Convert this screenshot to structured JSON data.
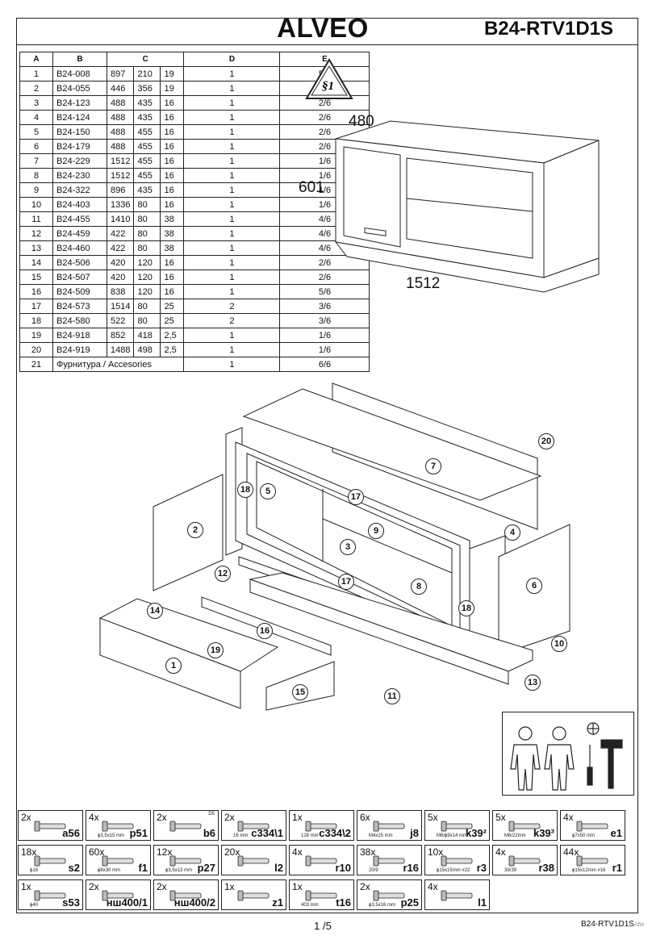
{
  "header": {
    "brand": "ALVEO",
    "model": "B24-RTV1D1S"
  },
  "table": {
    "headers": [
      "A",
      "B",
      "C",
      "D",
      "E"
    ],
    "rows": [
      [
        "1",
        "B24-008",
        "897",
        "210",
        "19",
        "1",
        "5/6"
      ],
      [
        "2",
        "B24-055",
        "446",
        "356",
        "19",
        "1",
        "5/6"
      ],
      [
        "3",
        "B24-123",
        "488",
        "435",
        "16",
        "1",
        "2/6"
      ],
      [
        "4",
        "B24-124",
        "488",
        "435",
        "16",
        "1",
        "2/6"
      ],
      [
        "5",
        "B24-150",
        "488",
        "455",
        "16",
        "1",
        "2/6"
      ],
      [
        "6",
        "B24-179",
        "488",
        "455",
        "16",
        "1",
        "2/6"
      ],
      [
        "7",
        "B24-229",
        "1512",
        "455",
        "16",
        "1",
        "1/6"
      ],
      [
        "8",
        "B24-230",
        "1512",
        "455",
        "16",
        "1",
        "1/6"
      ],
      [
        "9",
        "B24-322",
        "896",
        "435",
        "16",
        "1",
        "1/6"
      ],
      [
        "10",
        "B24-403",
        "1336",
        "80",
        "16",
        "1",
        "1/6"
      ],
      [
        "11",
        "B24-455",
        "1410",
        "80",
        "38",
        "1",
        "4/6"
      ],
      [
        "12",
        "B24-459",
        "422",
        "80",
        "38",
        "1",
        "4/6"
      ],
      [
        "13",
        "B24-460",
        "422",
        "80",
        "38",
        "1",
        "4/6"
      ],
      [
        "14",
        "B24-506",
        "420",
        "120",
        "16",
        "1",
        "2/6"
      ],
      [
        "15",
        "B24-507",
        "420",
        "120",
        "16",
        "1",
        "2/6"
      ],
      [
        "16",
        "B24-509",
        "838",
        "120",
        "16",
        "1",
        "5/6"
      ],
      [
        "17",
        "B24-573",
        "1514",
        "80",
        "25",
        "2",
        "3/6"
      ],
      [
        "18",
        "B24-580",
        "522",
        "80",
        "25",
        "2",
        "3/6"
      ],
      [
        "19",
        "B24-918",
        "852",
        "418",
        "2,5",
        "1",
        "1/6"
      ],
      [
        "20",
        "B24-919",
        "1488",
        "498",
        "2,5",
        "1",
        "1/6"
      ]
    ],
    "accessories_row": [
      "21",
      "Фурнитура / Accesories",
      "1",
      "6/6"
    ]
  },
  "badge": {
    "label": "§1"
  },
  "dimensions": {
    "depth": "480",
    "height": "601",
    "width": "1512"
  },
  "callouts": [
    "1",
    "2",
    "3",
    "4",
    "5",
    "6",
    "7",
    "8",
    "9",
    "10",
    "11",
    "12",
    "13",
    "14",
    "15",
    "16",
    "17",
    "17",
    "18",
    "18",
    "19",
    "20"
  ],
  "hardware": [
    {
      "qty": "2x",
      "code": "a56",
      "spec": "",
      "spec2": ""
    },
    {
      "qty": "4x",
      "code": "p51",
      "spec": "ϕ3,5x15 mm",
      "spec2": ""
    },
    {
      "qty": "2x",
      "code": "b6",
      "spec": "",
      "spec2": "D5"
    },
    {
      "qty": "2x",
      "code": "c334\\1",
      "spec": "16 mm",
      "spec2": ""
    },
    {
      "qty": "1x",
      "code": "c334\\2",
      "spec": "128 mm",
      "spec2": ""
    },
    {
      "qty": "6x",
      "code": "j8",
      "spec": "M4x25 mm",
      "spec2": ""
    },
    {
      "qty": "5x",
      "code": "k39²",
      "spec": "M6/ϕ9x14 mm",
      "spec2": ""
    },
    {
      "qty": "5x",
      "code": "k39³",
      "spec": "M6/22mm",
      "spec2": ""
    },
    {
      "qty": "4x",
      "code": "e1",
      "spec": "ϕ7x50 mm",
      "spec2": ""
    },
    {
      "qty": "18x",
      "code": "s2",
      "spec": "ϕ16",
      "spec2": ""
    },
    {
      "qty": "60x",
      "code": "f1",
      "spec": "ϕ8x30 mm",
      "spec2": ""
    },
    {
      "qty": "12x",
      "code": "p27",
      "spec": "ϕ3,5x13 mm",
      "spec2": ""
    },
    {
      "qty": "20x",
      "code": "l2",
      "spec": "",
      "spec2": ""
    },
    {
      "qty": "4x",
      "code": "r10",
      "spec": "",
      "spec2": ""
    },
    {
      "qty": "38x",
      "code": "r16",
      "spec": "20/9",
      "spec2": ""
    },
    {
      "qty": "10x",
      "code": "r3",
      "spec": "ϕ15x15mm #22",
      "spec2": ""
    },
    {
      "qty": "4x",
      "code": "r38",
      "spec": "39/39",
      "spec2": ""
    },
    {
      "qty": "44x",
      "code": "r1",
      "spec": "ϕ15x12mm #16",
      "spec2": ""
    },
    {
      "qty": "1x",
      "code": "s53",
      "spec": "ϕ40",
      "spec2": ""
    },
    {
      "qty": "2x",
      "code": "нш400/1",
      "spec": "",
      "spec2": ""
    },
    {
      "qty": "2x",
      "code": "нш400/2",
      "spec": "",
      "spec2": ""
    },
    {
      "qty": "1x",
      "code": "z1",
      "spec": "",
      "spec2": ""
    },
    {
      "qty": "1x",
      "code": "t16",
      "spec": "403 mm",
      "spec2": ""
    },
    {
      "qty": "2x",
      "code": "p25",
      "spec": "ϕ3,5x16 mm",
      "spec2": ""
    },
    {
      "qty": "4x",
      "code": "l1",
      "spec": "",
      "spec2": ""
    }
  ],
  "footer": {
    "page": "1 /5",
    "code": "B24-RTV1D1S",
    "suffix": "/dw"
  }
}
